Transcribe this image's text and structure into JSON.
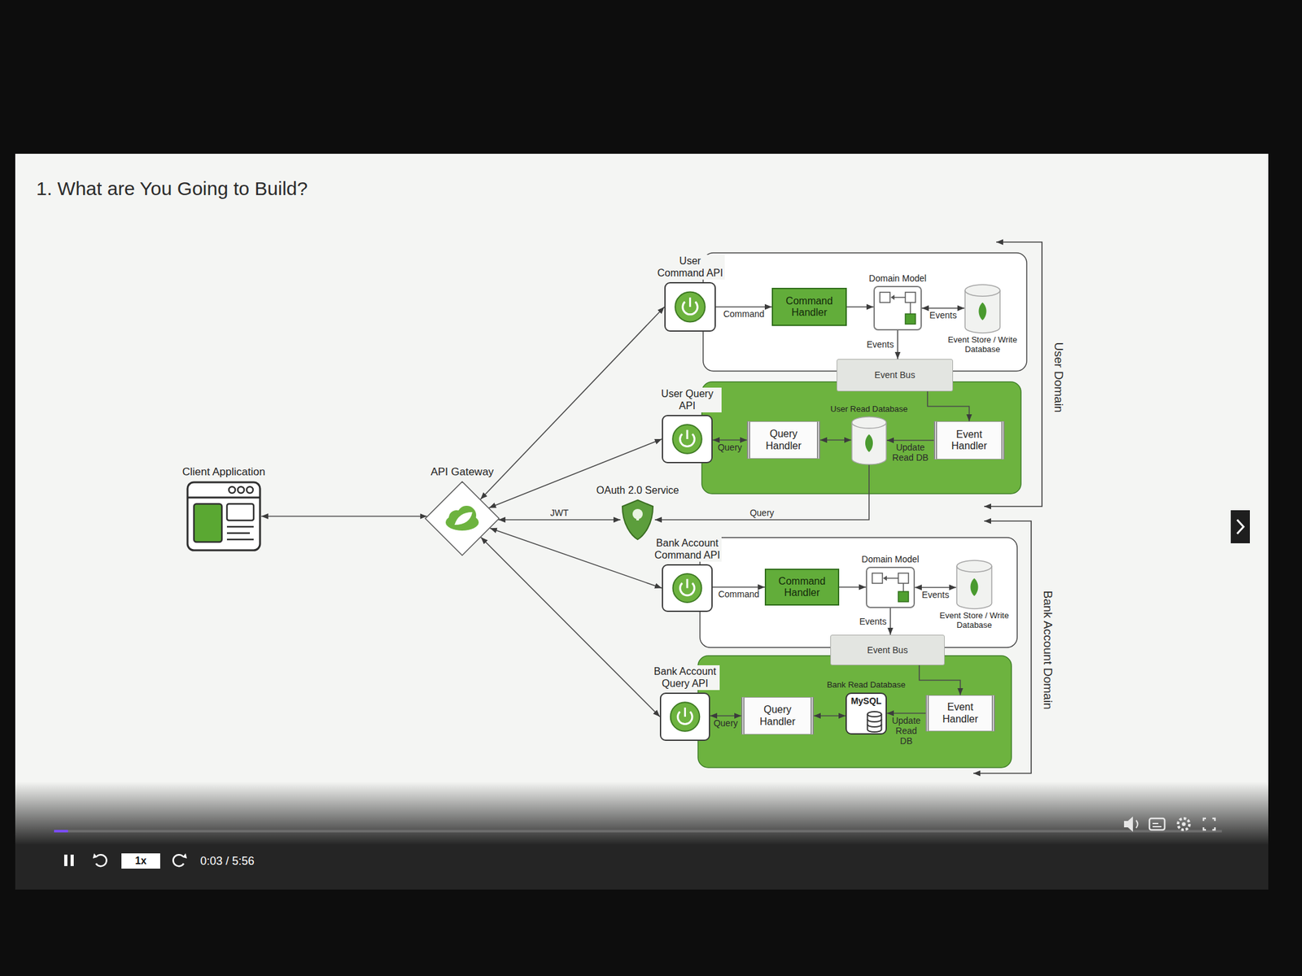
{
  "diagram": {
    "title": "1. What are You Going to Build?",
    "nodes": [
      {
        "text": [
          "Client Application"
        ]
      },
      {
        "text": [
          "API Gateway"
        ]
      },
      {
        "text": [
          "OAuth 2.0 Service"
        ]
      },
      {
        "text": [
          "User Command API"
        ]
      },
      {
        "text": [
          "Command Handler"
        ]
      },
      {
        "text": [
          "Domain Model"
        ]
      },
      {
        "text": [
          "Event Store / Write Database"
        ]
      },
      {
        "text": [
          "Event Bus"
        ]
      },
      {
        "text": [
          "User Query API"
        ]
      },
      {
        "text": [
          "Query Handler"
        ]
      },
      {
        "text": [
          "User Read Database"
        ]
      },
      {
        "text": [
          "Event Handler"
        ]
      },
      {
        "text": [
          "Bank Account Command API"
        ]
      },
      {
        "text": [
          "Command Handler"
        ]
      },
      {
        "text": [
          "Domain Model"
        ]
      },
      {
        "text": [
          "Event Store / Write Database"
        ]
      },
      {
        "text": [
          "Event Bus"
        ]
      },
      {
        "text": [
          "Bank Account Query API"
        ]
      },
      {
        "text": [
          "Query Handler"
        ]
      },
      {
        "text": [
          "Bank Read Database",
          "MySQL"
        ]
      },
      {
        "text": [
          "Event Handler"
        ]
      }
    ],
    "edges": [
      {
        "from": 0,
        "to": 1,
        "arrow": "both"
      },
      {
        "from": 1,
        "to": 2,
        "label": "JWT",
        "arrow": "both"
      },
      {
        "from": 1,
        "to": 3,
        "arrow": "both"
      },
      {
        "from": 1,
        "to": 8,
        "arrow": "both"
      },
      {
        "from": 1,
        "to": 12,
        "arrow": "both"
      },
      {
        "from": 1,
        "to": 17,
        "arrow": "both"
      },
      {
        "from": 3,
        "to": 4,
        "label": "Command",
        "arrow": "to"
      },
      {
        "from": 4,
        "to": 5,
        "arrow": "to"
      },
      {
        "from": 5,
        "to": 6,
        "label": "Events",
        "arrow": "both"
      },
      {
        "from": 5,
        "to": 7,
        "label": "Events",
        "arrow": "to"
      },
      {
        "from": 7,
        "to": 11,
        "arrow": "to"
      },
      {
        "from": 11,
        "to": 10,
        "label": "Update Read DB",
        "arrow": "to"
      },
      {
        "from": 9,
        "to": 10,
        "arrow": "both"
      },
      {
        "from": 8,
        "to": 9,
        "label": "Query",
        "arrow": "both"
      },
      {
        "from": 10,
        "to": 2,
        "label": "Query",
        "arrow": "to"
      },
      {
        "from": 12,
        "to": 13,
        "label": "Command",
        "arrow": "to"
      },
      {
        "from": 13,
        "to": 14,
        "arrow": "to"
      },
      {
        "from": 14,
        "to": 15,
        "label": "Events",
        "arrow": "both"
      },
      {
        "from": 14,
        "to": 16,
        "label": "Events",
        "arrow": "to"
      },
      {
        "from": 16,
        "to": 20,
        "arrow": "to"
      },
      {
        "from": 20,
        "to": 19,
        "label": "Update Read DB",
        "arrow": "to"
      },
      {
        "from": 18,
        "to": 19,
        "arrow": "both"
      },
      {
        "from": 17,
        "to": 18,
        "label": "Query",
        "arrow": "both"
      }
    ],
    "labels": [
      "User Domain",
      "Bank Account Domain",
      "1x",
      "0:03 / 5:56"
    ]
  }
}
